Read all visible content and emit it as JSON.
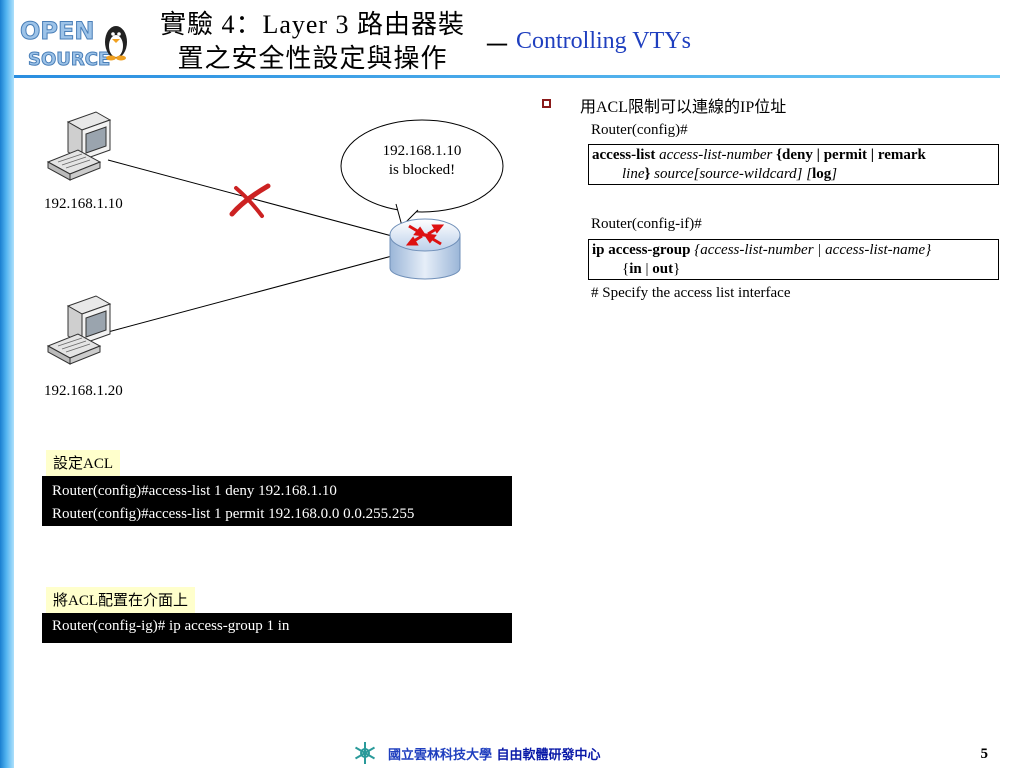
{
  "header": {
    "title_zh_line1": "實驗 4：Layer 3 路由器裝",
    "title_zh_line2": "置之安全性設定與操作",
    "dash": "－",
    "title_en": "Controlling VTYs"
  },
  "diagram": {
    "host1_ip": "192.168.1.10",
    "host2_ip": "192.168.1.20",
    "bubble_line1": "192.168.1.10",
    "bubble_line2": "is blocked!"
  },
  "acl_setup": {
    "label": "設定ACL",
    "commands": [
      "Router(config)#access-list 1 deny 192.168.1.10",
      "Router(config)#access-list 1 permit 192.168.0.0 0.0.255.255"
    ]
  },
  "acl_apply": {
    "label": "將ACL配置在介面上",
    "commands": [
      "Router(config-ig)# ip access-group 1 in"
    ]
  },
  "right": {
    "bullet": "用ACL限制可以連線的IP位址",
    "prompt1": "Router(config)#",
    "syntax1": {
      "kw1": "access-list",
      "arg1": "access-list-number",
      "open": "{",
      "deny": "deny",
      "sep1": " | ",
      "permit": "permit",
      "sep2": " | ",
      "remark": "remark",
      "line2_arg1": "line",
      "close": "}",
      "line2_arg2": "source[source-wildcard]",
      "log_open": "[",
      "log": "log",
      "log_close": "]"
    },
    "prompt2": "Router(config-if)#",
    "syntax2": {
      "kw1": "ip  access-group",
      "arg": "{access-list-number",
      "sep": " | ",
      "arg2": "access-list-name}",
      "open": "{",
      "in": "in",
      "sep2": " | ",
      "out": "out",
      "close": "}"
    },
    "note": "#  Specify the access list interface"
  },
  "footer": {
    "school": "國立雲林科技大學",
    "center": "自由軟體研發中心",
    "page": "5"
  },
  "logo": {
    "text_top": "OPEN",
    "text_bottom": "SOURCE"
  },
  "colors": {
    "accent_blue": "#1f3fbf",
    "left_bar": "#52b4f0",
    "tag_bg": "#ffffcc",
    "bullet": "#8a1a1a",
    "x_mark": "#cc2222"
  }
}
